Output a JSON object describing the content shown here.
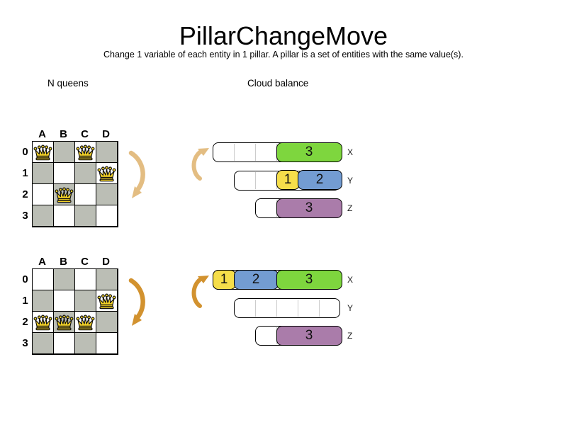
{
  "title": "PillarChangeMove",
  "subtitle": "Change 1 variable of each entity in 1 pillar. A pillar is a set of entities with the same value(s).",
  "sections": {
    "nqueens": "N queens",
    "cloud": "Cloud balance"
  },
  "colors": {
    "green": "#7ed63e",
    "yellow": "#f6de4a",
    "blue": "#739cd2",
    "purple": "#aa7caa",
    "cell_gray": "#bbbeb5",
    "queen_gold": "#f5d327",
    "arrow_before": "#e3bd82",
    "arrow_after": "#d2922f"
  },
  "board": {
    "columns": [
      "A",
      "B",
      "C",
      "D"
    ],
    "rows": [
      "0",
      "1",
      "2",
      "3"
    ]
  },
  "states": {
    "before": {
      "queens": [
        {
          "row": 0,
          "col": "A"
        },
        {
          "row": 0,
          "col": "C"
        },
        {
          "row": 1,
          "col": "D"
        },
        {
          "row": 2,
          "col": "B"
        }
      ],
      "bars": [
        {
          "label": "X",
          "capacity": 6,
          "blocks": [
            {
              "value": "3",
              "color": "green",
              "start": 3,
              "size": 3
            }
          ]
        },
        {
          "label": "Y",
          "capacity": 5,
          "blocks": [
            {
              "value": "1",
              "color": "yellow",
              "start": 2,
              "size": 1
            },
            {
              "value": "2",
              "color": "blue",
              "start": 3,
              "size": 2
            }
          ]
        },
        {
          "label": "Z",
          "capacity": 4,
          "blocks": [
            {
              "value": "3",
              "color": "purple",
              "start": 1,
              "size": 3
            }
          ]
        }
      ]
    },
    "after": {
      "queens": [
        {
          "row": 1,
          "col": "D"
        },
        {
          "row": 2,
          "col": "A"
        },
        {
          "row": 2,
          "col": "B"
        },
        {
          "row": 2,
          "col": "C"
        }
      ],
      "bars": [
        {
          "label": "X",
          "capacity": 6,
          "blocks": [
            {
              "value": "1",
              "color": "yellow",
              "start": 0,
              "size": 1
            },
            {
              "value": "2",
              "color": "blue",
              "start": 1,
              "size": 2
            },
            {
              "value": "3",
              "color": "green",
              "start": 3,
              "size": 3
            }
          ]
        },
        {
          "label": "Y",
          "capacity": 5,
          "blocks": []
        },
        {
          "label": "Z",
          "capacity": 4,
          "blocks": [
            {
              "value": "3",
              "color": "purple",
              "start": 1,
              "size": 3
            }
          ]
        }
      ]
    }
  }
}
